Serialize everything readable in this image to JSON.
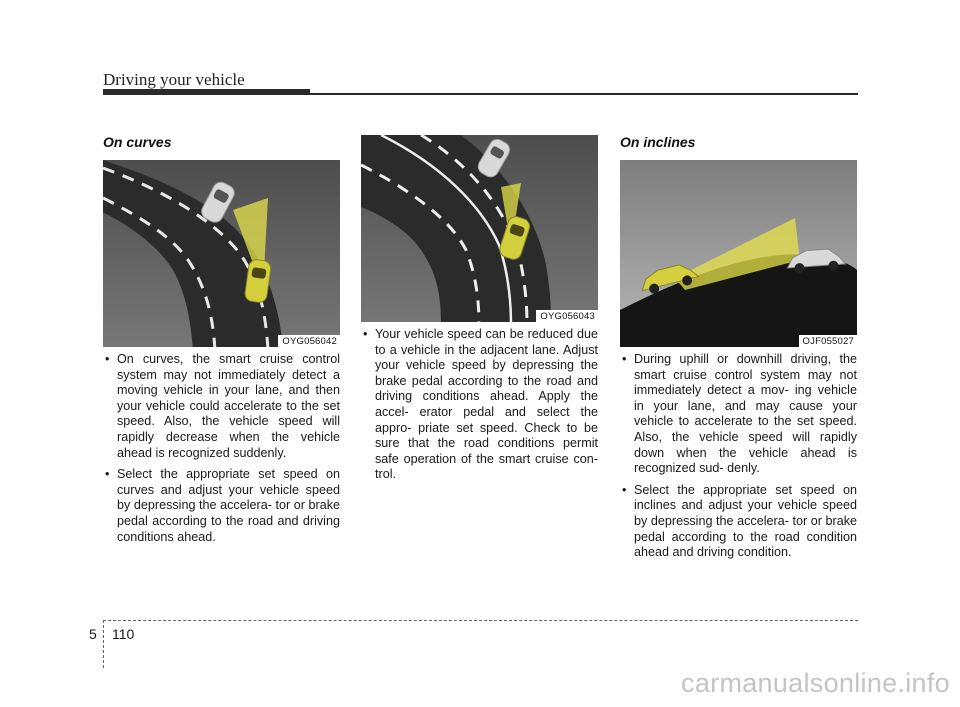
{
  "header": {
    "title": "Driving your vehicle"
  },
  "sections": {
    "curves": {
      "heading": "On curves",
      "figure_code": "OYG056042",
      "bullets": [
        "On curves, the smart cruise control system may not immediately detect a moving vehicle in your lane, and then your vehicle could accelerate to the set speed. Also, the vehicle speed will rapidly decrease when the vehicle ahead is recognized suddenly.",
        "Select the appropriate set speed on curves and adjust your vehicle speed by depressing the accelera- tor or brake pedal according to the road and driving conditions ahead."
      ]
    },
    "lane": {
      "figure_code": "OYG056043",
      "bullets": [
        "Your vehicle speed can be reduced due to a vehicle in the adjacent lane. Adjust your vehicle speed by depressing the brake pedal according to the road and driving conditions ahead. Apply the accel- erator pedal and select the appro- priate set speed. Check to be sure that the road conditions permit safe operation of the smart cruise con- trol."
      ]
    },
    "inclines": {
      "heading": "On inclines",
      "figure_code": "OJF055027",
      "bullets": [
        "During uphill or downhill driving, the smart cruise control system may not immediately detect a mov- ing vehicle in your lane, and may cause your vehicle to accelerate to the set speed. Also, the vehicle speed will rapidly down when the vehicle ahead is recognized sud- denly.",
        "Select the appropriate set speed on inclines and adjust your vehicle speed by depressing the accelera- tor or brake pedal according to the road condition ahead and driving condition."
      ]
    }
  },
  "footer": {
    "chapter": "5",
    "page": "110"
  },
  "watermark": "carmanualsonline.info",
  "colors": {
    "highlight_yellow": "#e7e24a",
    "road": "#2b2b2b",
    "background_gray": "#5e5e5e"
  }
}
